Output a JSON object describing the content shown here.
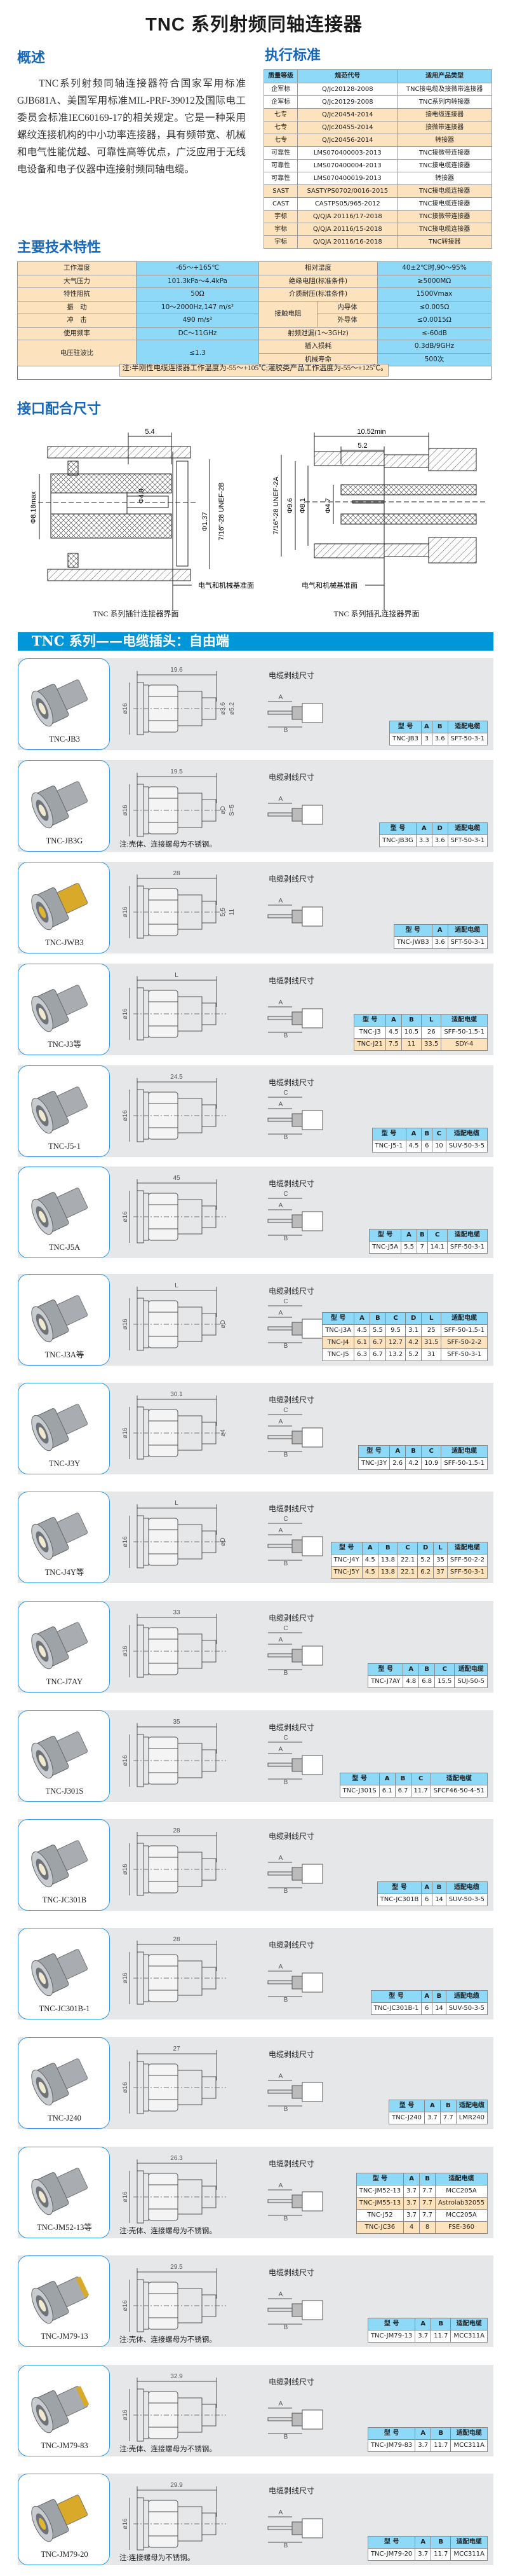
{
  "title": "TNC 系列射频同轴连接器",
  "overview": {
    "heading": "概述",
    "text": "TNC系列射频同轴连接器符合国家军用标准GJB681A、美国军用标准MIL-PRF-39012及国际电工委员会标准IEC60169-17的相关规定。它是一种采用螺纹连接机构的中小功率连接器，具有频带宽、机械和电气性能优越、可靠性高等优点，广泛应用于无线电设备和电子仪器中连接射频同轴电缆。"
  },
  "standards": {
    "heading": "执行标准",
    "headers": [
      "质量等级",
      "规范代号",
      "适用产品类型"
    ],
    "rows": [
      {
        "cells": [
          "企军标",
          "Q/Jc20128-2008",
          "TNC接电缆及接微带连接器"
        ],
        "highlight": false
      },
      {
        "cells": [
          "企军标",
          "Q/Jc20129-2008",
          "TNC系列内转接器"
        ],
        "highlight": false
      },
      {
        "cells": [
          "七专",
          "Q/Jc20454-2014",
          "接电缆连接器"
        ],
        "highlight": true
      },
      {
        "cells": [
          "七专",
          "Q/Jc20455-2014",
          "接微带连接器"
        ],
        "highlight": true
      },
      {
        "cells": [
          "七专",
          "Q/Jc20456-2014",
          "转接器"
        ],
        "highlight": true
      },
      {
        "cells": [
          "可靠性",
          "LMS070400003-2013",
          "TNC接微带连接器"
        ],
        "highlight": false
      },
      {
        "cells": [
          "可靠性",
          "LMS070400004-2013",
          "TNC接电缆连接器"
        ],
        "highlight": false
      },
      {
        "cells": [
          "可靠性",
          "LMS070400019-2013",
          "转接器"
        ],
        "highlight": false
      },
      {
        "cells": [
          "SAST",
          "SASTYPS0702/0016-2015",
          "TNC接电缆连接器"
        ],
        "highlight": true
      },
      {
        "cells": [
          "CAST",
          "CASTPS05/965-2012",
          "TNC接电缆连接器"
        ],
        "highlight": false
      },
      {
        "cells": [
          "宇标",
          "Q/QJA 20116/17-2018",
          "TNC接微带连接器"
        ],
        "highlight": true
      },
      {
        "cells": [
          "宇标",
          "Q/QJA 20116/15-2018",
          "TNC接电缆连接器"
        ],
        "highlight": true
      },
      {
        "cells": [
          "宇标",
          "Q/QJA 20116/16-2018",
          "TNC转接器"
        ],
        "highlight": true
      }
    ]
  },
  "specs": {
    "heading": "主要技术特性",
    "working_temp_label": "工作温度",
    "working_temp": "-65～+165℃",
    "humidity_label": "相对湿度",
    "humidity": "40±2℃时,90～95%",
    "pressure_label": "大气压力",
    "pressure": "101.3kPa～4.4kPa",
    "insulation_label": "绝缘电阻(标准条件)",
    "insulation": "≥5000MΩ",
    "impedance_label": "特性阻抗",
    "impedance": "50Ω",
    "dielectric_label": "介质耐压(标准条件)",
    "dielectric": "1500Vmax",
    "vibration_label": "振　动",
    "vibration": "10～2000Hz,147 m/s²",
    "contact_label": "接触电阻",
    "inner_label": "内导体",
    "inner": "≤0.005Ω",
    "shock_label": "冲　击",
    "shock": "490 m/s²",
    "outer_label": "外导体",
    "outer": "≤0.0015Ω",
    "freq_label": "使用频率",
    "freq": "DC～11GHz",
    "leak_label": "射频泄漏(1～3GHz)",
    "leak": "≤-60dB",
    "vswr_label": "电压驻波比",
    "vswr": "≤1.3",
    "loss_label": "插入损耗",
    "loss": "0.3dB/9GHz",
    "life_label": "机械寿命",
    "life": "500次",
    "note": "注:半刚性电缆连接器工作温度为-55～+105℃;灌胶类产品工作温度为-55～+125℃。"
  },
  "interface": {
    "heading": "接口配合尺寸",
    "plug": {
      "d_5_4": "5.4",
      "d_818": "Φ8.18max",
      "d_49": "Φ4.9",
      "d_137": "Φ1.37",
      "thread": "7/16\"-28 UNEF-2B",
      "ref": "电气和机械基准面",
      "caption": "TNC 系列插针连接器界面"
    },
    "jack": {
      "d_1052": "10.52min",
      "d_52": "5.2",
      "thread": "7/16\"-28 UNEF-2A",
      "d_96": "Φ9.6",
      "d_81": "Φ8.1",
      "d_47": "Φ4.7",
      "ref": "电气和机械基准面",
      "caption": "TNC 系列插孔连接器界面"
    }
  },
  "section_banner": "TNC 系列——电缆插头：自由端",
  "strip_label": "电缆剥线尺寸",
  "products": [
    {
      "model": "TNC-JB3",
      "finish": "silver",
      "dims": {
        "length": "19.6",
        "dia": "ø16",
        "extra": [
          "ø3.6",
          "ø5.2"
        ]
      },
      "strip": [
        "A",
        "B"
      ],
      "table": {
        "headers": [
          "型 号",
          "A",
          "B",
          "适配电缆"
        ],
        "rows": [
          {
            "cells": [
              "TNC-JB3",
              "3",
              "3.6",
              "SFT-50-3-1"
            ],
            "highlight": false
          }
        ]
      }
    },
    {
      "model": "TNC-JB3G",
      "finish": "silver",
      "dims": {
        "length": "19.5",
        "dia": "ø16",
        "extra": [
          "øD",
          "S=5"
        ]
      },
      "strip": [
        "A"
      ],
      "note": "注:壳体、连接螺母为不锈钢。",
      "table": {
        "headers": [
          "型 号",
          "A",
          "D",
          "适配电缆"
        ],
        "rows": [
          {
            "cells": [
              "TNC-JB3G",
              "3.3",
              "3.6",
              "SFT-50-3-1"
            ],
            "highlight": false
          }
        ]
      }
    },
    {
      "model": "TNC-JWB3",
      "finish": "gold",
      "dims": {
        "length": "28",
        "dia": "ø16",
        "extra": [
          "5.5",
          "11"
        ]
      },
      "strip": [
        "A"
      ],
      "table": {
        "headers": [
          "型 号",
          "A",
          "适配电缆"
        ],
        "rows": [
          {
            "cells": [
              "TNC-JWB3",
              "3.6",
              "SFT-50-3-1"
            ],
            "highlight": false
          }
        ]
      }
    },
    {
      "model": "TNC-J3等",
      "finish": "silver",
      "dims": {
        "length": "L",
        "dia": "ø16",
        "extra": []
      },
      "strip": [
        "A",
        "B"
      ],
      "table": {
        "headers": [
          "型 号",
          "A",
          "B",
          "L",
          "适配电缆"
        ],
        "rows": [
          {
            "cells": [
              "TNC-J3",
              "4.5",
              "10.5",
              "26",
              "SFF-50-1.5-1"
            ],
            "highlight": false
          },
          {
            "cells": [
              "TNC-J21",
              "7.5",
              "11",
              "33.5",
              "SDY-4"
            ],
            "highlight": true
          }
        ]
      }
    },
    {
      "model": "TNC-J5-1",
      "finish": "silver",
      "dims": {
        "length": "24.5",
        "dia": "ø16",
        "extra": []
      },
      "strip": [
        "C",
        "A",
        "B"
      ],
      "table": {
        "headers": [
          "型 号",
          "A",
          "B",
          "C",
          "适配电缆"
        ],
        "rows": [
          {
            "cells": [
              "TNC-J5-1",
              "4.5",
              "6",
              "10",
              "SUV-50-3-5"
            ],
            "highlight": false
          }
        ]
      }
    },
    {
      "model": "TNC-J5A",
      "finish": "silver",
      "dims": {
        "length": "45",
        "dia": "ø16",
        "extra": []
      },
      "strip": [
        "C",
        "A",
        "B"
      ],
      "table": {
        "headers": [
          "型 号",
          "A",
          "B",
          "C",
          "适配电缆"
        ],
        "rows": [
          {
            "cells": [
              "TNC-J5A",
              "5.5",
              "7",
              "14.1",
              "SFF-50-3-1"
            ],
            "highlight": false
          }
        ]
      }
    },
    {
      "model": "TNC-J3A等",
      "finish": "silver",
      "dims": {
        "length": "L",
        "dia": "ø16",
        "extra": [
          "øD"
        ]
      },
      "strip": [
        "C",
        "A",
        "B"
      ],
      "table": {
        "headers": [
          "型 号",
          "A",
          "B",
          "C",
          "D",
          "L",
          "适配电缆"
        ],
        "rows": [
          {
            "cells": [
              "TNC-J3A",
              "4.5",
              "5.5",
              "9.5",
              "3.1",
              "25",
              "SFF-50-1.5-1"
            ],
            "highlight": false
          },
          {
            "cells": [
              "TNC-J4",
              "6.1",
              "6.7",
              "12.7",
              "4.2",
              "31.5",
              "SFF-50-2-2"
            ],
            "highlight": true
          },
          {
            "cells": [
              "TNC-J5",
              "6.3",
              "6.7",
              "13.2",
              "5.2",
              "31",
              "SFF-50-3-1"
            ],
            "highlight": false
          }
        ]
      }
    },
    {
      "model": "TNC-J3Y",
      "finish": "silver",
      "dims": {
        "length": "30.1",
        "dia": "ø16",
        "extra": [
          "ø4"
        ]
      },
      "strip": [
        "C",
        "A",
        "B"
      ],
      "table": {
        "headers": [
          "型 号",
          "A",
          "B",
          "C",
          "适配电缆"
        ],
        "rows": [
          {
            "cells": [
              "TNC-J3Y",
              "2.6",
              "4.2",
              "10.9",
              "SFF-50-1.5-1"
            ],
            "highlight": false
          }
        ]
      }
    },
    {
      "model": "TNC-J4Y等",
      "finish": "silver",
      "dims": {
        "length": "L",
        "dia": "ø16",
        "extra": [
          "øD"
        ]
      },
      "strip": [
        "C",
        "A",
        "B"
      ],
      "table": {
        "headers": [
          "型 号",
          "A",
          "B",
          "C",
          "D",
          "L",
          "适配电缆"
        ],
        "rows": [
          {
            "cells": [
              "TNC-J4Y",
              "4.5",
              "13.8",
              "22.1",
              "5.2",
              "35",
              "SFF-50-2-2"
            ],
            "highlight": false
          },
          {
            "cells": [
              "TNC-J5Y",
              "4.5",
              "13.8",
              "22.1",
              "6.2",
              "37",
              "SFF-50-3-1"
            ],
            "highlight": true
          }
        ]
      }
    },
    {
      "model": "TNC-J7AY",
      "finish": "silver",
      "dims": {
        "length": "33",
        "dia": "ø16",
        "extra": []
      },
      "strip": [
        "C",
        "A",
        "B"
      ],
      "table": {
        "headers": [
          "型 号",
          "A",
          "B",
          "C",
          "适配电缆"
        ],
        "rows": [
          {
            "cells": [
              "TNC-J7AY",
              "4.8",
              "6.8",
              "15.5",
              "SUJ-50-5"
            ],
            "highlight": false
          }
        ]
      }
    },
    {
      "model": "TNC-J301S",
      "finish": "silver",
      "dims": {
        "length": "35",
        "dia": "ø16",
        "extra": []
      },
      "strip": [
        "C",
        "A",
        "B"
      ],
      "table": {
        "headers": [
          "型 号",
          "A",
          "B",
          "C",
          "适配电缆"
        ],
        "rows": [
          {
            "cells": [
              "TNC-J301S",
              "6.1",
              "6.7",
              "11.7",
              "SFCF46-50-4-51"
            ],
            "highlight": false
          }
        ]
      }
    },
    {
      "model": "TNC-JC301B",
      "finish": "silver",
      "dims": {
        "length": "28",
        "dia": "ø16",
        "extra": []
      },
      "strip": [
        "A",
        "B"
      ],
      "table": {
        "headers": [
          "型 号",
          "A",
          "B",
          "适配电缆"
        ],
        "rows": [
          {
            "cells": [
              "TNC-JC301B",
              "6",
              "14",
              "SUV-50-3-5"
            ],
            "highlight": false
          }
        ]
      }
    },
    {
      "model": "TNC-JC301B-1",
      "finish": "silver",
      "dims": {
        "length": "28",
        "dia": "ø16",
        "extra": []
      },
      "strip": [
        "A",
        "B"
      ],
      "table": {
        "headers": [
          "型 号",
          "A",
          "B",
          "适配电缆"
        ],
        "rows": [
          {
            "cells": [
              "TNC-JC301B-1",
              "6",
              "14",
              "SUV-50-3-5"
            ],
            "highlight": false
          }
        ]
      }
    },
    {
      "model": "TNC-J240",
      "finish": "silver",
      "dims": {
        "length": "27",
        "dia": "ø16",
        "extra": []
      },
      "strip": [
        "A",
        "B"
      ],
      "table": {
        "headers": [
          "型 号",
          "A",
          "B",
          "适配电缆"
        ],
        "rows": [
          {
            "cells": [
              "TNC-J240",
              "3.7",
              "7.7",
              "LMR240"
            ],
            "highlight": false
          }
        ]
      }
    },
    {
      "model": "TNC-JM52-13等",
      "finish": "silver",
      "dims": {
        "length": "26.3",
        "dia": "ø16",
        "extra": []
      },
      "strip": [
        "A",
        "B"
      ],
      "note": "注:壳体、连接螺母为不锈钢。",
      "table": {
        "headers": [
          "型 号",
          "A",
          "B",
          "适配电缆"
        ],
        "rows": [
          {
            "cells": [
              "TNC-JM52-13",
              "3.7",
              "7.7",
              "MCC205A"
            ],
            "highlight": false
          },
          {
            "cells": [
              "TNC-JM55-13",
              "3.7",
              "7.7",
              "Astrolab32055"
            ],
            "highlight": true
          },
          {
            "cells": [
              "TNC-J52",
              "3.7",
              "7.7",
              "MCC205A"
            ],
            "highlight": false
          },
          {
            "cells": [
              "TNC-JC36",
              "4",
              "8",
              "FSE-360"
            ],
            "highlight": true
          }
        ]
      }
    },
    {
      "model": "TNC-JM79-13",
      "finish": "goldtip",
      "dims": {
        "length": "29.5",
        "dia": "ø16",
        "extra": []
      },
      "strip": [
        "A",
        "B"
      ],
      "note": "注:壳体、连接螺母为不锈钢。",
      "table": {
        "headers": [
          "型 号",
          "A",
          "B",
          "适配电缆"
        ],
        "rows": [
          {
            "cells": [
              "TNC-JM79-13",
              "3.7",
              "11.7",
              "MCC311A"
            ],
            "highlight": false
          }
        ]
      }
    },
    {
      "model": "TNC-JM79-83",
      "finish": "goldtip",
      "dims": {
        "length": "32.9",
        "dia": "ø16",
        "extra": []
      },
      "strip": [
        "A",
        "B"
      ],
      "note": "注:壳体、连接螺母为不锈钢。",
      "table": {
        "headers": [
          "型 号",
          "A",
          "B",
          "适配电缆"
        ],
        "rows": [
          {
            "cells": [
              "TNC-JM79-83",
              "3.7",
              "11.7",
              "MCC311A"
            ],
            "highlight": false
          }
        ]
      }
    },
    {
      "model": "TNC-JM79-20",
      "finish": "gold",
      "dims": {
        "length": "29.9",
        "dia": "ø16",
        "extra": []
      },
      "strip": [
        "A",
        "B"
      ],
      "note": "注:连接螺母为不锈钢。",
      "table": {
        "headers": [
          "型 号",
          "A",
          "B",
          "适配电缆"
        ],
        "rows": [
          {
            "cells": [
              "TNC-JM79-20",
              "3.7",
              "11.7",
              "MCC311A"
            ],
            "highlight": false
          }
        ]
      }
    }
  ]
}
